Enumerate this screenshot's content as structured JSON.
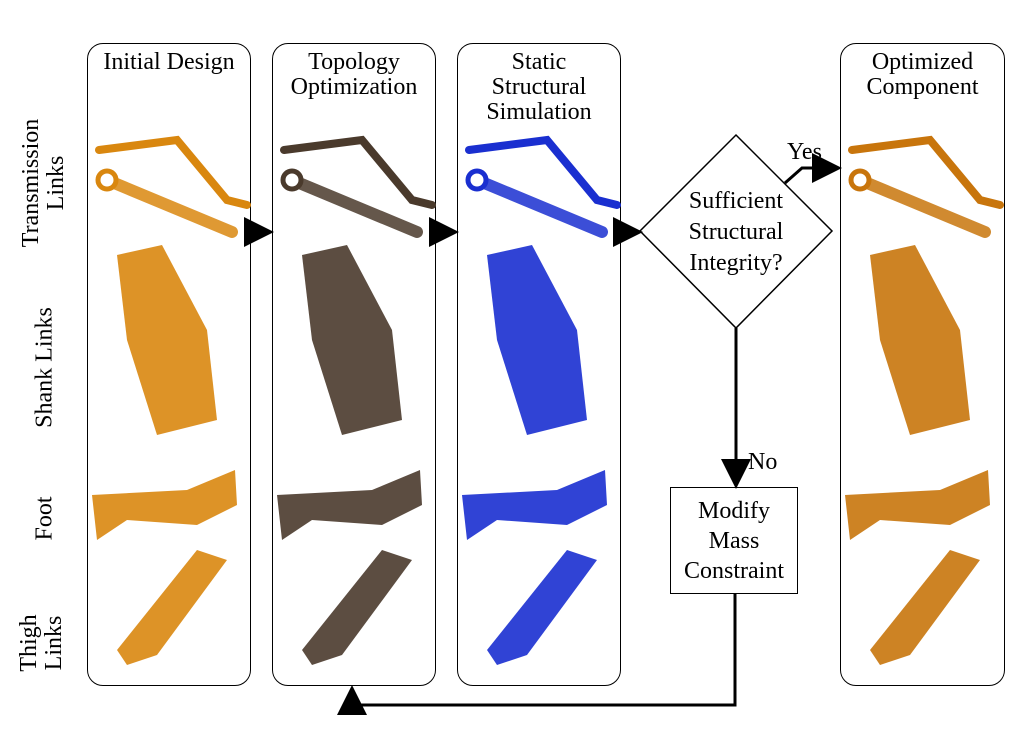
{
  "columns": [
    {
      "title_lines": [
        "Initial Design"
      ]
    },
    {
      "title_lines": [
        "Topology",
        "Optimization"
      ]
    },
    {
      "title_lines": [
        "Static",
        "Structural",
        "Simulation"
      ]
    },
    {
      "title_lines": [
        "Optimized",
        "Component"
      ]
    }
  ],
  "rows": [
    {
      "label_lines": [
        "Transmission",
        "Links"
      ]
    },
    {
      "label_lines": [
        "Shank Links"
      ]
    },
    {
      "label_lines": [
        "Foot"
      ]
    },
    {
      "label_lines": [
        "Thigh",
        "Links"
      ]
    }
  ],
  "decision": {
    "lines": [
      "Sufficient",
      "Structural",
      "Integrity?"
    ],
    "yes": "Yes",
    "no": "No"
  },
  "modify_box": {
    "lines": [
      "Modify",
      "Mass",
      "Constraint"
    ]
  },
  "colors": {
    "initial": "#d9870f",
    "topology": "#4a3a2c",
    "simulation": "#1a2fd0",
    "optimized": "#c8750c"
  }
}
